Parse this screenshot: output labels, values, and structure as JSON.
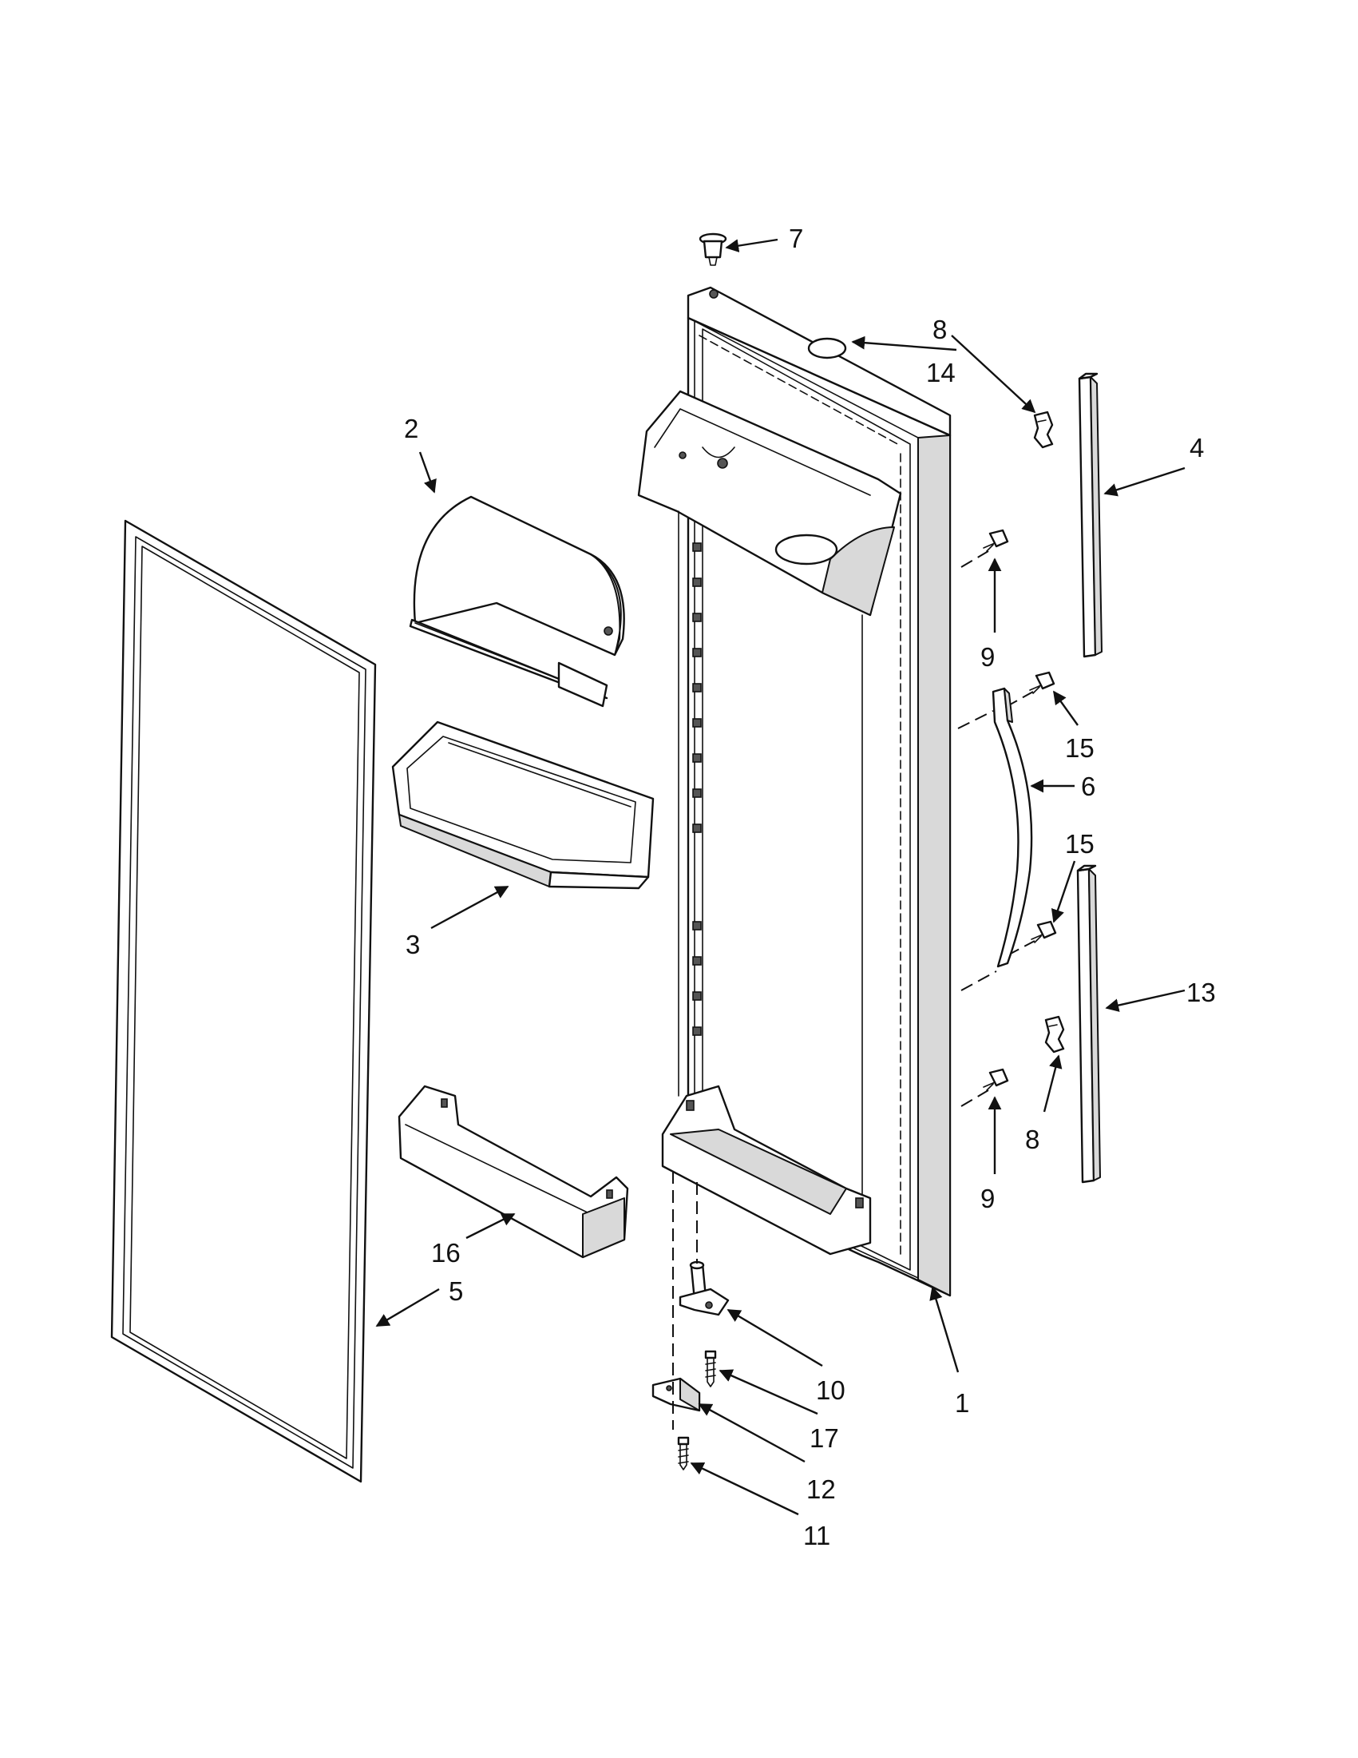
{
  "diagram": {
    "callouts": [
      {
        "id": "c7",
        "label": "7"
      },
      {
        "id": "c8a",
        "label": "8"
      },
      {
        "id": "c14",
        "label": "14"
      },
      {
        "id": "c2",
        "label": "2"
      },
      {
        "id": "c4",
        "label": "4"
      },
      {
        "id": "c9a",
        "label": "9"
      },
      {
        "id": "c15a",
        "label": "15"
      },
      {
        "id": "c6",
        "label": "6"
      },
      {
        "id": "c15b",
        "label": "15"
      },
      {
        "id": "c3",
        "label": "3"
      },
      {
        "id": "c13",
        "label": "13"
      },
      {
        "id": "c8b",
        "label": "8"
      },
      {
        "id": "c9b",
        "label": "9"
      },
      {
        "id": "c16",
        "label": "16"
      },
      {
        "id": "c5",
        "label": "5"
      },
      {
        "id": "c10",
        "label": "10"
      },
      {
        "id": "c1",
        "label": "1"
      },
      {
        "id": "c17",
        "label": "17"
      },
      {
        "id": "c12",
        "label": "12"
      },
      {
        "id": "c11",
        "label": "11"
      }
    ]
  }
}
